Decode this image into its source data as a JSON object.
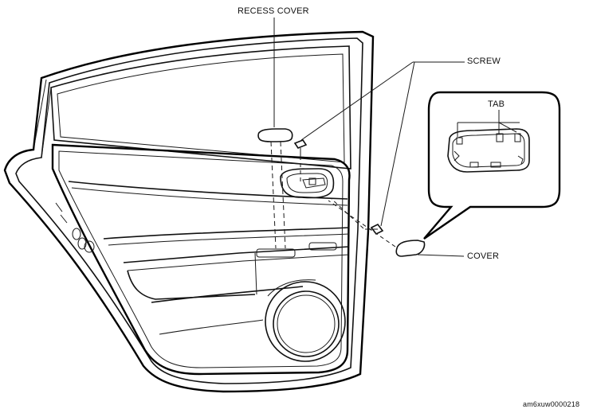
{
  "diagram": {
    "labels": {
      "recess_cover": "RECESS COVER",
      "screw": "SCREW",
      "tab": "TAB",
      "cover": "COVER"
    },
    "reference_code": "am6xuw0000218",
    "colors": {
      "line": "#111111",
      "background": "#ffffff"
    }
  }
}
